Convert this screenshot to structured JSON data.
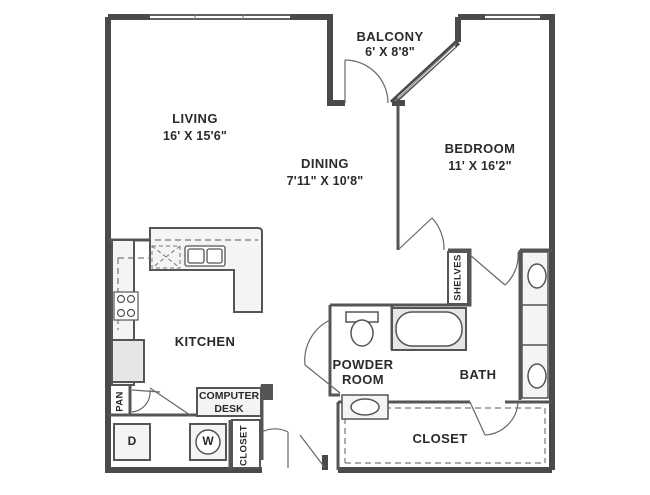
{
  "rooms": {
    "balcony": {
      "name": "BALCONY",
      "dims": "6' X 8'8\""
    },
    "living": {
      "name": "LIVING",
      "dims": "16' X 15'6\""
    },
    "dining": {
      "name": "DINING",
      "dims": "7'11\" X 10'8\""
    },
    "bedroom": {
      "name": "BEDROOM",
      "dims": "11' X 16'2\""
    },
    "kitchen": {
      "name": "KITCHEN"
    },
    "powder_room": {
      "line1": "POWDER",
      "line2": "ROOM"
    },
    "bath": {
      "name": "BATH"
    },
    "closet_main": {
      "name": "CLOSET"
    },
    "computer_desk": {
      "line1": "COMPUTER",
      "line2": "DESK"
    },
    "pantry": {
      "name": "PAN"
    },
    "closet_small": {
      "name": "CLOSET"
    },
    "shelves": {
      "name": "SHELVES"
    }
  },
  "appliances": {
    "dryer": "D",
    "washer": "W"
  },
  "colors": {
    "wall": "#4a4a4a",
    "fixture": "#6a6a6a",
    "fill": "#e6e6e6"
  }
}
